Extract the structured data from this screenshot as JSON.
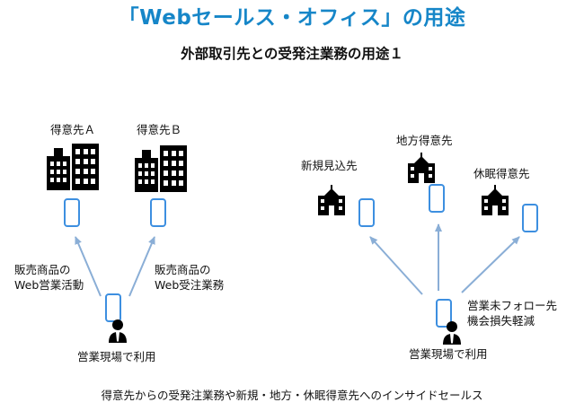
{
  "title": "「Webセールス・オフィス」の用途",
  "subtitle": "外部取引先との受発注業務の用途１",
  "left": {
    "client_a": "得意先Ａ",
    "client_b": "得意先Ｂ",
    "arrow_left_label": [
      "販売商品の",
      "Web営業活動"
    ],
    "arrow_right_label": [
      "販売商品の",
      "Web受注業務"
    ],
    "user_label": "営業現場で利用"
  },
  "right": {
    "new_prospect": "新規見込先",
    "regional_client": "地方得意先",
    "dormant_client": "休眠得意先",
    "side_label": [
      "営業未フォロー先",
      "機会損失軽減"
    ],
    "user_label": "営業現場で利用"
  },
  "footer": "得意先からの受発注業務や新規・地方・休眠得意先へのインサイドセールス",
  "colors": {
    "title": "#1686c8",
    "phone": "#3d8fe0",
    "arrow": "#8aaed6",
    "building": "#000000"
  },
  "icons": [
    "office-building-icon",
    "school-building-icon",
    "smartphone-icon",
    "salesperson-icon",
    "arrow-icon"
  ]
}
